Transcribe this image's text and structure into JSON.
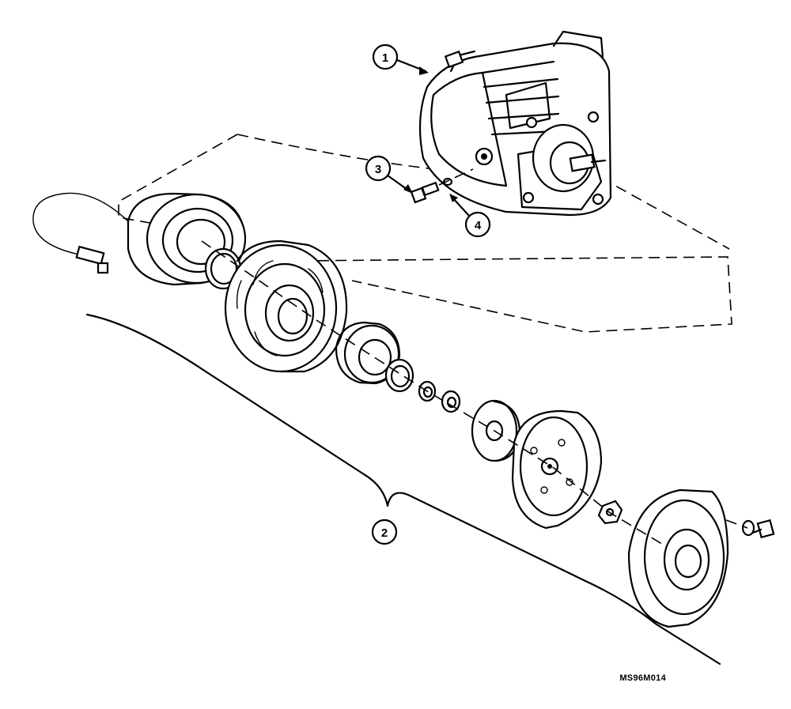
{
  "callouts": [
    {
      "id": "1",
      "label": "1"
    },
    {
      "id": "2",
      "label": "2"
    },
    {
      "id": "3",
      "label": "3"
    },
    {
      "id": "4",
      "label": "4"
    }
  ],
  "figure_code": "MS96M014"
}
